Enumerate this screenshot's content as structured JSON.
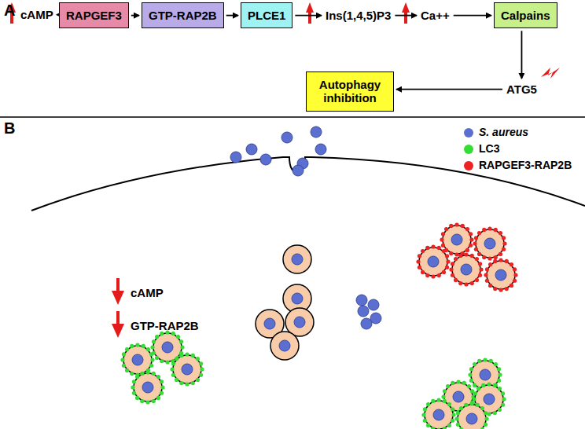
{
  "diagram": {
    "nodes": [
      {
        "text": [
          "cAMP"
        ]
      },
      {
        "text": [
          "RAPGEF3"
        ]
      },
      {
        "text": [
          "GTP-RAP2B"
        ]
      },
      {
        "text": [
          "PLCE1"
        ]
      },
      {
        "text": [
          "Ins(1,4,5)P3"
        ]
      },
      {
        "text": [
          "Ca++"
        ]
      },
      {
        "text": [
          "Calpains"
        ]
      },
      {
        "text": [
          "ATG5"
        ]
      },
      {
        "text": [
          "Autophagy inhibition"
        ]
      }
    ],
    "edges": [
      {
        "from": 0,
        "to": 1,
        "arrow": "to"
      },
      {
        "from": 1,
        "to": 2,
        "arrow": "to"
      },
      {
        "from": 2,
        "to": 3,
        "arrow": "to"
      },
      {
        "from": 3,
        "to": 4,
        "arrow": "to"
      },
      {
        "from": 4,
        "to": 5,
        "arrow": "to"
      },
      {
        "from": 5,
        "to": 6,
        "arrow": "to"
      },
      {
        "from": 6,
        "to": 7,
        "arrow": "to"
      },
      {
        "from": 7,
        "to": 8,
        "arrow": "to"
      }
    ],
    "labels": [
      "A",
      "B",
      "cAMP",
      "GTP-RAP2B"
    ],
    "legend": [
      {
        "text": "S. aureus",
        "color": "#5a6fcf"
      },
      {
        "text": "LC3",
        "color": "#33dd33"
      },
      {
        "text": "RAPGEF3-RAP2B",
        "color": "#ee2222"
      }
    ]
  }
}
